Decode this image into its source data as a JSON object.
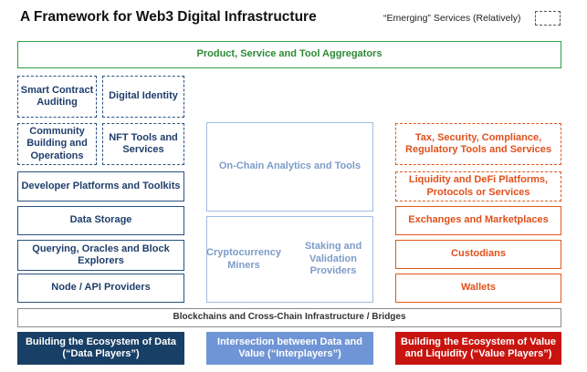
{
  "title": "A Framework for Web3 Digital Infrastructure",
  "legend": {
    "label": "“Emerging” Services (Relatively)"
  },
  "aggregators": "Product, Service and Tool Aggregators",
  "left_column": {
    "smart_contract_auditing": "Smart Contract Auditing",
    "digital_identity": "Digital Identity",
    "community_building": "Community Building and Operations",
    "nft_tools": "NFT Tools and Services",
    "developer_platforms": "Developer Platforms and Toolkits",
    "data_storage": "Data Storage",
    "querying_oracles": "Querying, Oracles and Block Explorers",
    "node_api": "Node / API Providers"
  },
  "middle_column": {
    "analytics": "On-Chain Analytics and Tools",
    "miners": "Cryptocurrency Miners",
    "staking": "Staking and Validation Providers"
  },
  "right_column": {
    "tax_security": "Tax, Security, Compliance, Regulatory Tools and Services",
    "liquidity_defi": "Liquidity and DeFi Platforms, Protocols or Services",
    "exchanges": "Exchanges and Marketplaces",
    "custodians": "Custodians",
    "wallets": "Wallets"
  },
  "infrastructure": "Blockchains and Cross-Chain Infrastructure / Bridges",
  "footer": {
    "data_players": "Building the Ecosystem of Data (“Data Players”)",
    "interplayers": "Intersection between Data and Value (“Interplayers”)",
    "value_players": "Building the Ecosystem of Value and Liquidity (“Value Players”)"
  },
  "colors": {
    "green": "#2e9e3f",
    "dark_blue": "#1f3e6b",
    "light_blue": "#7d9cc9",
    "orange": "#e0501b",
    "footer_data": "#183f66",
    "footer_inter": "#6f95d6",
    "footer_value": "#c8140e"
  }
}
